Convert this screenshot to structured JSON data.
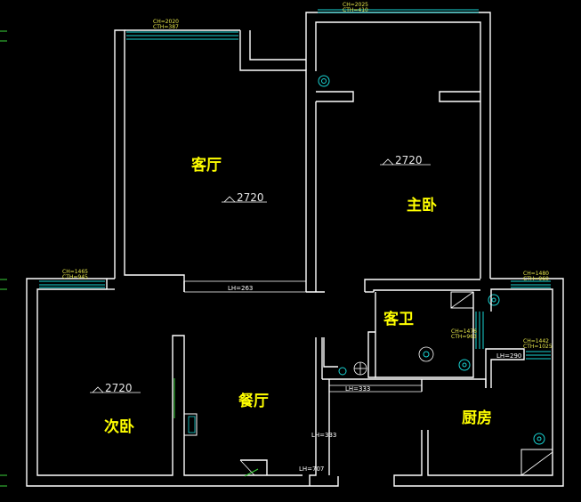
{
  "rooms": {
    "living": "客厅",
    "master": "主卧",
    "bath": "客卫",
    "second": "次卧",
    "dining": "餐厅",
    "kitchen": "厨房"
  },
  "levels": {
    "living": "2720",
    "master": "2720",
    "second": "2720"
  },
  "window_tags": {
    "living_top_a": "CH=2020",
    "living_top_b": "CTH=387",
    "master_top_a": "CH=2025",
    "master_top_b": "CTH=410",
    "second_top_a": "CH=1465",
    "second_top_b": "CTH=945",
    "kitchen_top_a": "CH=1480",
    "kitchen_top_b": "CTH=960",
    "bath_a": "CH=1476",
    "bath_b": "CTH=963",
    "kitchen_mid_a": "CH=1442",
    "kitchen_mid_b": "CTH=1025"
  },
  "lh_tags": {
    "beam_top": "LH=263",
    "beam_mid": "LH=333",
    "beam_vertical": "LH=333",
    "kitchen": "LH=290",
    "bottom": "LH=707"
  },
  "colors": {
    "wall": "#ffffff",
    "label": "#ffff00",
    "window": "#19d3d3",
    "marker": "#3ad23a"
  }
}
